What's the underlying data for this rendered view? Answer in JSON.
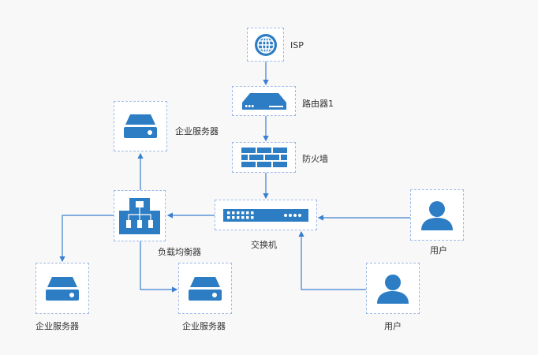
{
  "colors": {
    "icon": "#2d7dc5",
    "line": "#3b80cf",
    "border": "#9fb9e6"
  },
  "nodes": {
    "isp": {
      "label": "ISP",
      "icon": "globe-icon"
    },
    "router": {
      "label": "路由器1",
      "icon": "router-icon"
    },
    "firewall": {
      "label": "防火墙",
      "icon": "firewall-icon"
    },
    "switch": {
      "label": "交换机",
      "icon": "switch-icon"
    },
    "load_balancer": {
      "label": "负载均衡器",
      "icon": "load-balancer-icon"
    },
    "server_top": {
      "label": "企业服务器",
      "icon": "server-icon"
    },
    "server_left": {
      "label": "企业服务器",
      "icon": "server-icon"
    },
    "server_bottom": {
      "label": "企业服务器",
      "icon": "server-icon"
    },
    "user_right": {
      "label": "用户",
      "icon": "user-icon"
    },
    "user_bottom": {
      "label": "用户",
      "icon": "user-icon"
    }
  }
}
